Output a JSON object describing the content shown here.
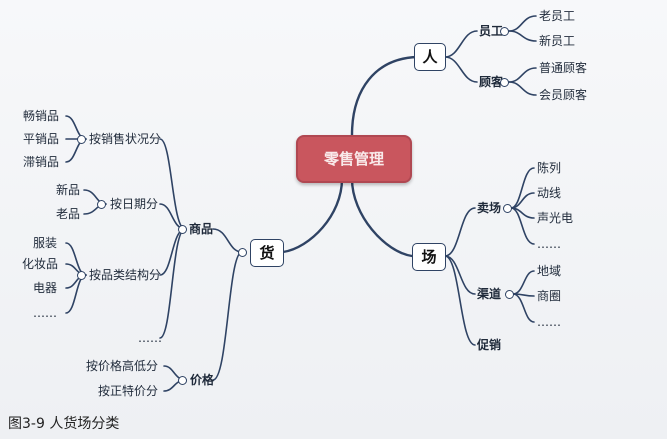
{
  "caption": "图3-9  人货场分类",
  "center": "零售管理",
  "people": {
    "label": "人",
    "groups": [
      {
        "label": "员工",
        "items": [
          "老员工",
          "新员工"
        ]
      },
      {
        "label": "顾客",
        "items": [
          "普通顾客",
          "会员顾客"
        ]
      }
    ]
  },
  "venue": {
    "label": "场",
    "groups": [
      {
        "label": "卖场",
        "items": [
          "陈列",
          "动线",
          "声光电",
          "……"
        ]
      },
      {
        "label": "渠道",
        "items": [
          "地域",
          "商圈",
          "……"
        ]
      },
      {
        "label": "促销",
        "items": []
      }
    ]
  },
  "goods": {
    "label": "货",
    "groups": [
      {
        "label": "商品",
        "subgroups": [
          {
            "label": "按销售状况分",
            "items": [
              "畅销品",
              "平销品",
              "滞销品"
            ]
          },
          {
            "label": "按日期分",
            "items": [
              "新品",
              "老品"
            ]
          },
          {
            "label": "按品类结构分",
            "items": [
              "服装",
              "化妆品",
              "电器",
              "……"
            ]
          },
          {
            "label": "……",
            "items": []
          }
        ]
      },
      {
        "label": "价格",
        "subgroups": [
          {
            "label": "按价格高低分",
            "items": []
          },
          {
            "label": "按正特价分",
            "items": []
          }
        ]
      }
    ]
  }
}
